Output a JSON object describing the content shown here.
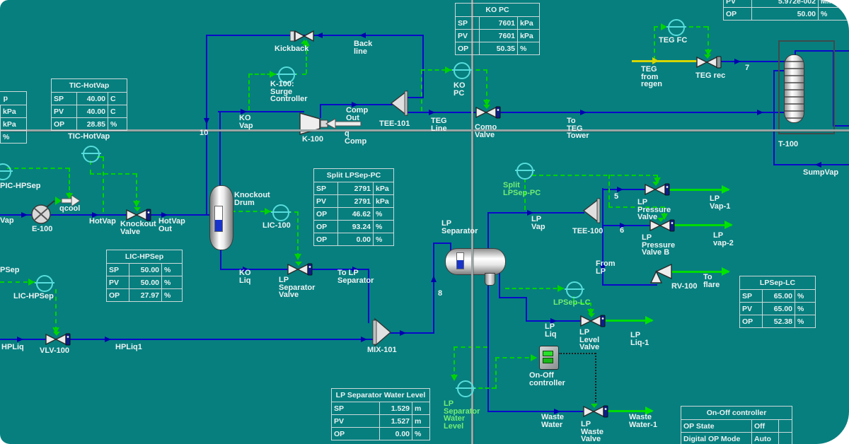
{
  "colors": {
    "background": "#077f7f",
    "material_line": "#0a0ac8",
    "signal_line": "#00d400",
    "energy_line": "#d6d600",
    "product_arrow": "#00e400",
    "controller_accent": "#58dcdc",
    "label": "#eef3f3",
    "label_green": "#72ee72",
    "pane_divider": "#9aa5a5"
  },
  "tables": {
    "hp_feed": {
      "title": "p",
      "rows": [
        [
          "",
          "",
          "kPa"
        ],
        [
          "",
          "",
          "kPa"
        ],
        [
          "",
          "",
          "%"
        ]
      ]
    },
    "tic_hotvap": {
      "title": "TIC-HotVap",
      "rows": [
        [
          "SP",
          "40.00",
          "C"
        ],
        [
          "PV",
          "40.00",
          "C"
        ],
        [
          "OP",
          "28.85",
          "%"
        ]
      ]
    },
    "ko_pc": {
      "title": "KO PC",
      "rows": [
        [
          "SP",
          "7601",
          "kPa"
        ],
        [
          "PV",
          "7601",
          "kPa"
        ],
        [
          "OP",
          "50.35",
          "%"
        ]
      ]
    },
    "teg_fc": {
      "rows": [
        [
          "PV",
          "5.972e-002",
          "MMSCMD"
        ],
        [
          "OP",
          "50.00",
          "%"
        ]
      ]
    },
    "split_lpsep_pc": {
      "title": "Split LPSep-PC",
      "rows": [
        [
          "SP",
          "2791",
          "kPa"
        ],
        [
          "PV",
          "2791",
          "kPa"
        ],
        [
          "OP",
          "46.62",
          "%"
        ],
        [
          "OP",
          "93.24",
          "%"
        ],
        [
          "OP",
          "0.00",
          "%"
        ]
      ]
    },
    "lic_hpsep": {
      "title": "LIC-HPSep",
      "rows": [
        [
          "SP",
          "50.00",
          "%"
        ],
        [
          "PV",
          "50.00",
          "%"
        ],
        [
          "OP",
          "27.97",
          "%"
        ]
      ]
    },
    "lp_sep_water_level": {
      "title": "LP Separator Water Level",
      "rows": [
        [
          "SP",
          "1.529",
          "m"
        ],
        [
          "PV",
          "1.527",
          "m"
        ],
        [
          "OP",
          "0.00",
          "%"
        ]
      ]
    },
    "lpsep_lc": {
      "title": "LPSep-LC",
      "rows": [
        [
          "SP",
          "65.00",
          "%"
        ],
        [
          "PV",
          "65.00",
          "%"
        ],
        [
          "OP",
          "52.38",
          "%"
        ]
      ]
    },
    "on_off_controller": {
      "title": "On-Off controller",
      "rows": [
        [
          "OP State",
          "Off",
          ""
        ],
        [
          "Digital OP Mode",
          "Auto",
          ""
        ]
      ]
    }
  },
  "labels": {
    "kickback": "Kickback",
    "back_line": "Back\nline",
    "surge": "K-100:\nSurge\nController",
    "ko_vap": "KO\nVap",
    "s10": "10",
    "k100": "K-100",
    "comp_out": "Comp\nOut",
    "q_comp": "q\nComp",
    "tee101": "TEE-101",
    "teg_line": "TEG\nLine",
    "como_valve": "Como\nValve",
    "ko_pc": "KO\nPC",
    "to_teg_tower": "To\nTEG\nTower",
    "teg_from_regen": "TEG\nfrom\nregen",
    "teg_fc": "TEG FC",
    "teg_rec": "TEG rec",
    "s7": "7",
    "t100": "T-100",
    "sumpvap": "SumpVap",
    "tic_hotvap": "TIC-HotVap",
    "pic_hpsep": "PIC-HPSep",
    "vap_frag": "Vap",
    "e100": "E-100",
    "qcool": "qcool",
    "hotvap": "HotVap",
    "knockout_valve": "Knockout\nValve",
    "hotvap_out": "HotVap\nOut",
    "knockout_drum": "Knockout\nDrum",
    "lic100": "LIC-100",
    "ko_liq": "KO\nLiq",
    "lp_separator_valve": "LP\nSeparator\nValve",
    "to_lp_separator": "To LP\nSeparator",
    "lic_hpsep": "LIC-HPSep",
    "psep_frag": "PSep",
    "hpliq": "HPLiq",
    "vlv100": "VLV-100",
    "hpliq1": "HPLiq1",
    "mix101": "MIX-101",
    "s8": "8",
    "lp_separator": "LP\nSeparator",
    "split_lpsep_pc": "Split\nLPSep-PC",
    "lp_vap": "LP\nVap",
    "tee100": "TEE-100",
    "s5": "5",
    "s6": "6",
    "lp_pressure_valve": "LP\nPressure\nValve",
    "lp_vap1": "LP\nVap-1",
    "lp_pressure_valve_b": "LP\nPressure\nValve B",
    "lp_vap2": "LP\nvap-2",
    "from_lp": "From\nLP",
    "rv100": "RV-100",
    "to_flare": "To\nflare",
    "lpsep_lc": "LPSep-LC",
    "lp_liq": "LP\nLiq",
    "lp_level_valve": "LP\nLevel\nValve",
    "lp_liq1": "LP\nLiq-1",
    "on_off": "On-Off\ncontroller",
    "waste_water": "Waste\nWater",
    "lp_waste_valve": "LP\nWaste\nValve",
    "waste_water1": "Waste\nWater-1",
    "lp_sep_water_level": "LP\nSeparator\nWater\nLevel"
  }
}
